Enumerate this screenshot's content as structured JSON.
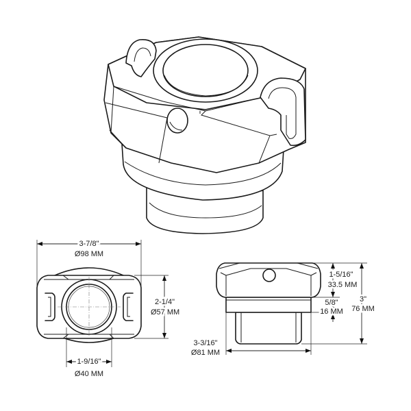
{
  "dimensions": {
    "overall_width_in": "3-7/8\"",
    "overall_width_mm": "Ø98 MM",
    "depth_in": "2-1/4\"",
    "depth_mm": "Ø57 MM",
    "bore_in": "1-9/16\"",
    "bore_mm": "Ø40 MM",
    "base_diameter_in": "3-3/16\"",
    "base_diameter_mm": "Ø81 MM",
    "head_height_in": "1-5/16\"",
    "head_height_mm": "33.5 MM",
    "flange_height_in": "5/8\"",
    "flange_height_mm": "16 MM",
    "total_height_in": "3\"",
    "total_height_mm": "76 MM"
  }
}
